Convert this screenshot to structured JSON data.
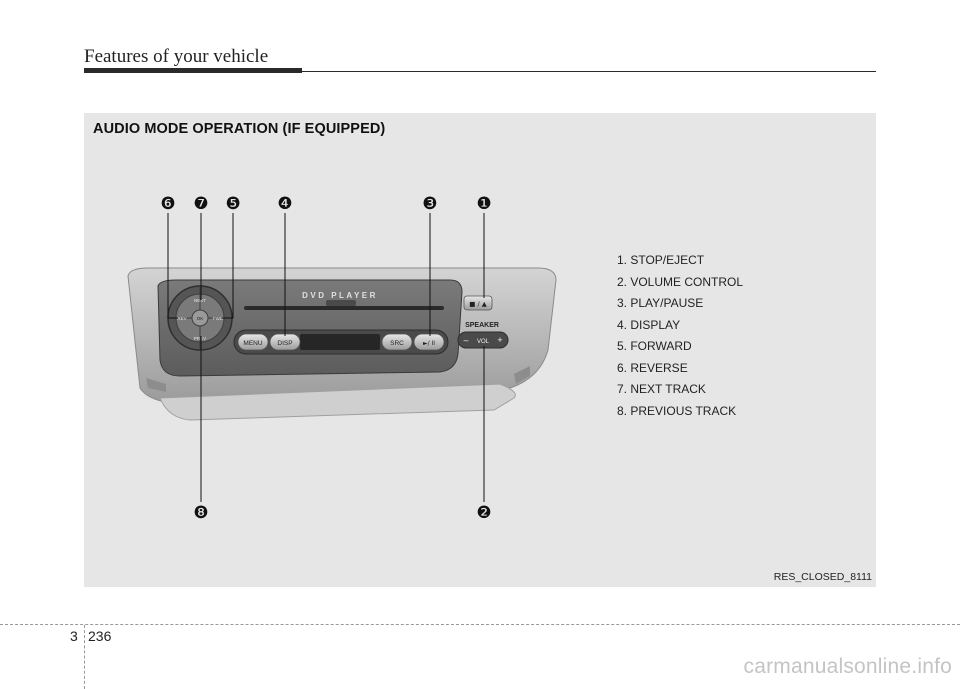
{
  "header": {
    "title": "Features of your vehicle"
  },
  "section": {
    "heading": "AUDIO MODE OPERATION (IF EQUIPPED)"
  },
  "device": {
    "model_label": "DVD PLAYER",
    "top_arrow_label": "NEXT",
    "bottom_arrow_label": "PREV",
    "left_arrow_label": "REV",
    "right_arrow_label": "FWD",
    "center_label": "OK",
    "menu_label": "MENU",
    "disp_label": "DISP",
    "src_label": "SRC",
    "play_label": "►/ II",
    "stop_eject_label": "■ / ▲",
    "speaker_label": "SPEAKER",
    "vol_minus": "–",
    "vol_label": "VOL",
    "vol_plus": "+"
  },
  "callouts": [
    "❻",
    "❼",
    "❺",
    "❹",
    "❸",
    "❶",
    "❽",
    "❷"
  ],
  "legend": [
    "1. STOP/EJECT",
    "2. VOLUME CONTROL",
    "3. PLAY/PAUSE",
    "4. DISPLAY",
    "5. FORWARD",
    "6. REVERSE",
    "7. NEXT TRACK",
    "8. PREVIOUS TRACK"
  ],
  "image_code": "RES_CLOSED_8111",
  "footer": {
    "chapter": "3",
    "page": "236"
  },
  "watermark": "carmanualsonline.info"
}
